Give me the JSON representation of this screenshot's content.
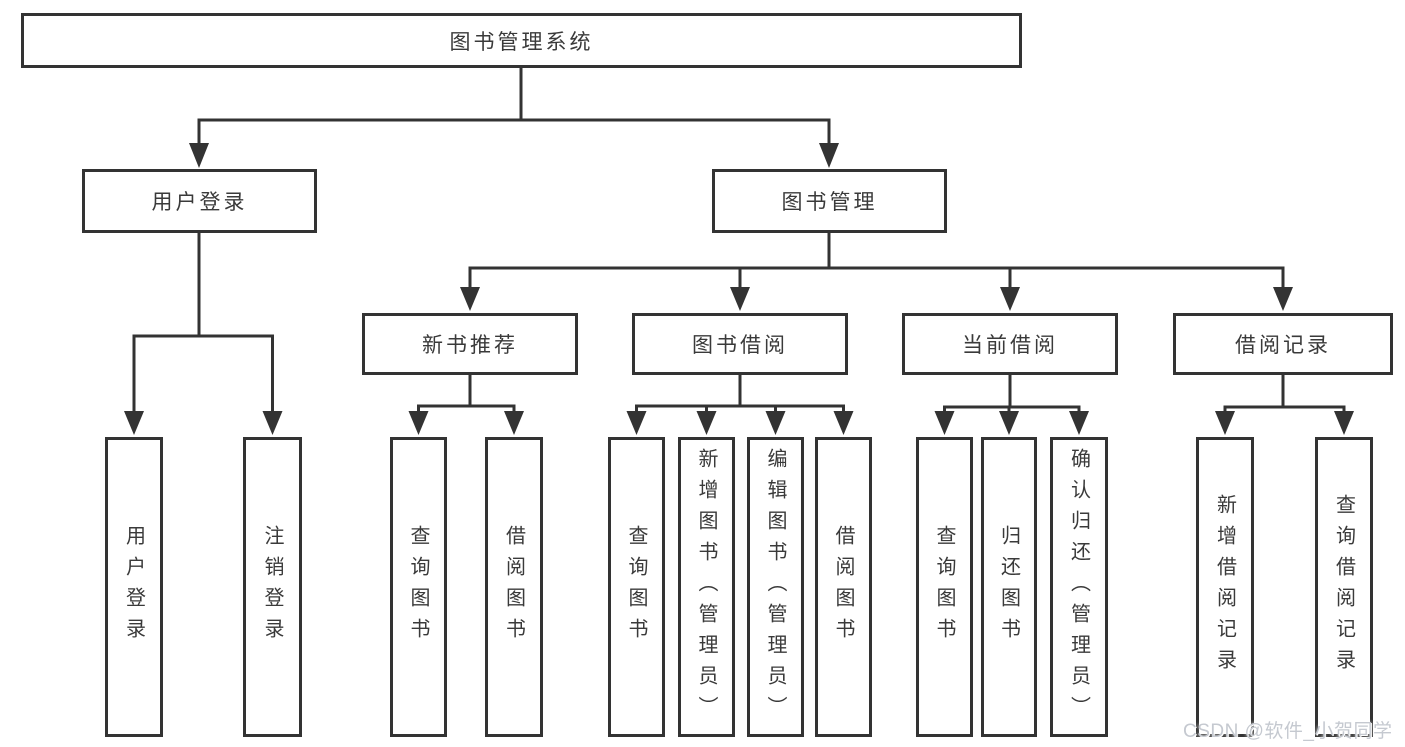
{
  "colors": {
    "line": "#333333",
    "node_border": "#333333",
    "node_text": "#3a3a3a",
    "background": "#ffffff",
    "watermark": "#c5c9d0"
  },
  "tree": {
    "root": {
      "label": "图书管理系统"
    },
    "level2": [
      {
        "label": "用户登录"
      },
      {
        "label": "图书管理"
      }
    ],
    "level3": [
      {
        "label": "新书推荐"
      },
      {
        "label": "图书借阅"
      },
      {
        "label": "当前借阅"
      },
      {
        "label": "借阅记录"
      }
    ],
    "leaves": {
      "user_login": [
        "用户登录",
        "注销登录"
      ],
      "new_book_recommend": [
        "查询图书",
        "借阅图书"
      ],
      "book_borrow": [
        "查询图书",
        "新增图书（管理员）",
        "编辑图书（管理员）",
        "借阅图书"
      ],
      "current_borrow": [
        "查询图书",
        "归还图书",
        "确认归还（管理员）"
      ],
      "borrow_records": [
        "新增借阅记录",
        "查询借阅记录"
      ]
    }
  },
  "watermark": {
    "text": "CSDN @软件_小贺同学"
  }
}
